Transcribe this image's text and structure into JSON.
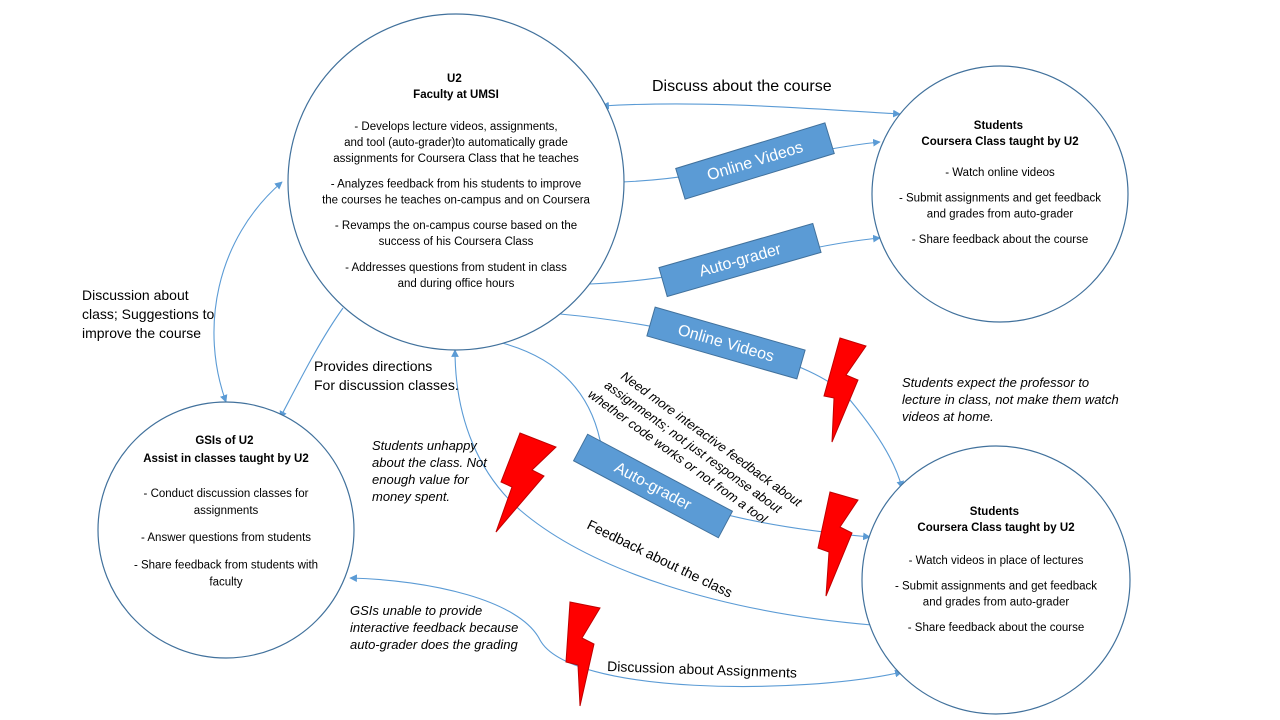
{
  "nodes": {
    "faculty": {
      "title_lines": [
        "U2",
        "Faculty at UMSI"
      ],
      "body_lines": [
        "- Develops lecture videos, assignments,",
        "and tool (auto-grader)to automatically grade",
        "assignments for Coursera Class that he teaches",
        "",
        "- Analyzes feedback from his students to improve",
        "the courses he teaches on-campus and on Coursera",
        "",
        "- Revamps the on-campus course based on the",
        "success of his Coursera Class",
        "",
        "- Addresses questions from student in class",
        "and during office hours"
      ]
    },
    "coursera": {
      "title_lines": [
        "Students",
        "Coursera Class  taught by U2"
      ],
      "body_lines": [
        "- Watch online videos",
        "",
        "- Submit assignments and get feedback",
        "and grades from auto-grader",
        "",
        "- Share feedback about the course"
      ]
    },
    "gsi": {
      "title_lines": [
        "GSIs of U2",
        "Assist in classes taught by U2"
      ],
      "body_lines": [
        "-    Conduct discussion classes for",
        "assignments",
        "",
        "-    Answer questions from students",
        "",
        "-    Share feedback from students with",
        "faculty"
      ]
    },
    "oncampus": {
      "title_lines": [
        "Students",
        "Coursera Class  taught by U2"
      ],
      "body_lines": [
        "- Watch videos in place of lectures",
        "",
        "- Submit assignments and get feedback",
        "and grades from auto-grader",
        "",
        "- Share feedback about the course"
      ]
    }
  },
  "boxes": {
    "online_videos_top": "Online Videos",
    "auto_grader_top": "Auto-grader",
    "online_videos_bottom": "Online Videos",
    "auto_grader_bottom": "Auto-grader"
  },
  "edge_labels": {
    "discuss_course": "Discuss about the course",
    "discussion_class_lines": [
      "Discussion about",
      "class; Suggestions to",
      "improve the course"
    ],
    "provides_directions_lines": [
      "Provides directions",
      "For discussion classes."
    ],
    "feedback_class": "Feedback about the class",
    "discussion_assignments": "Discussion about Assignments"
  },
  "pain_points": {
    "expect_lecture_lines": [
      "Students expect the professor to",
      "lecture in class, not make them watch",
      "videos at home."
    ],
    "unhappy_lines": [
      "Students unhappy",
      "about the class. Not",
      "enough value for",
      "money spent."
    ],
    "interactive_feedback_lines": [
      "Need more interactive feedback about",
      "assignments; not just response about",
      "whether code works or not from a tool"
    ],
    "gsi_unable_lines": [
      "GSIs unable to provide",
      "interactive feedback because",
      "auto-grader does the grading"
    ]
  },
  "colors": {
    "connector": "#5b9bd5",
    "box_fill": "#5b9bd5",
    "circle_stroke": "#41719c",
    "pain_bolt": "#ff0000"
  }
}
